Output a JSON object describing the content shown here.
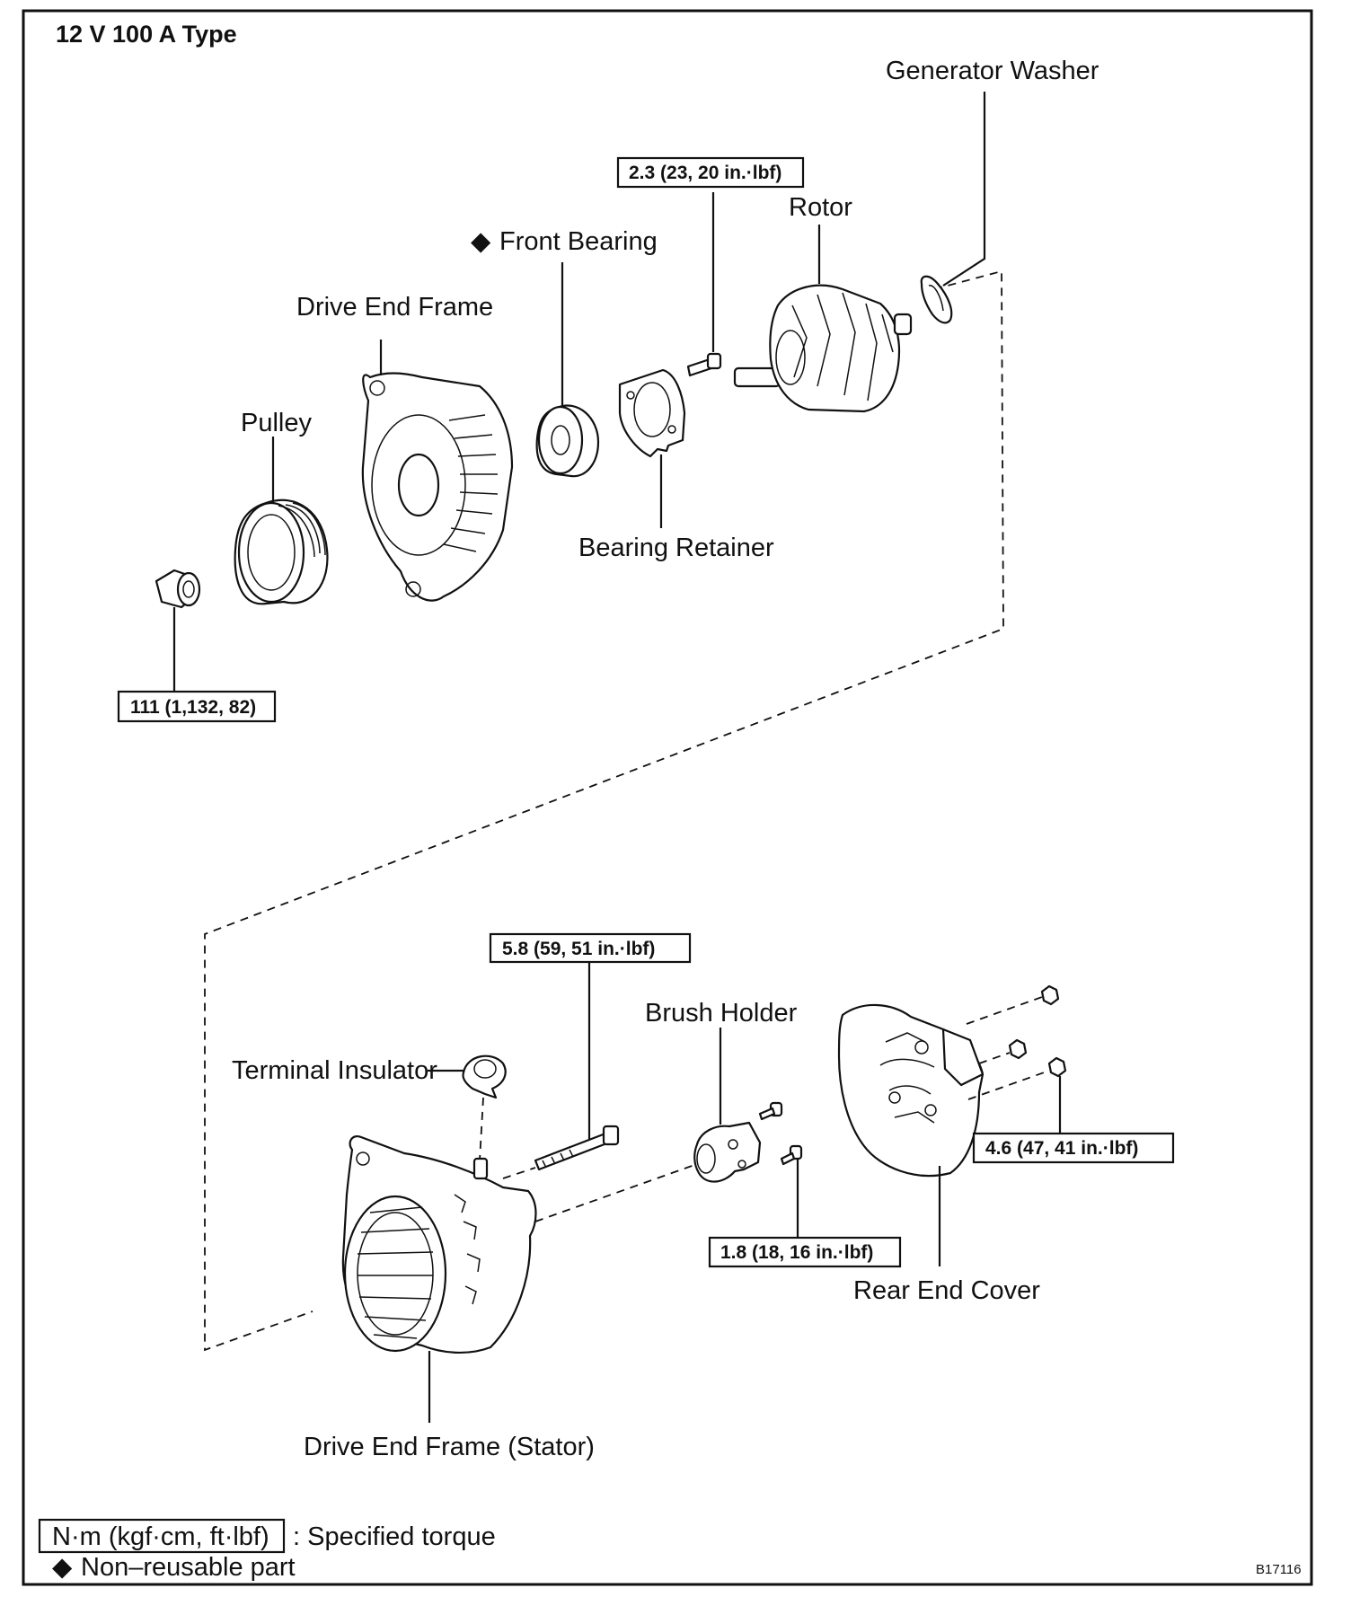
{
  "title": "12 V 100 A Type",
  "labels": {
    "generator_washer": "Generator Washer",
    "rotor": "Rotor",
    "front_bearing": "Front Bearing",
    "drive_end_frame": "Drive End Frame",
    "pulley": "Pulley",
    "bearing_retainer": "Bearing Retainer",
    "brush_holder": "Brush Holder",
    "terminal_insulator": "Terminal Insulator",
    "rear_end_cover": "Rear End Cover",
    "drive_end_frame_stator": "Drive End Frame (Stator)"
  },
  "torques": {
    "pulley_nut": "111 (1,132, 82)",
    "retainer_screw": "2.3 (23, 20 in.·lbf)",
    "through_bolt": "5.8 (59, 51 in.·lbf)",
    "brush_holder_screw": "1.8 (18, 16 in.·lbf)",
    "rear_cover_nut": "4.6 (47, 41 in.·lbf)"
  },
  "legend": {
    "unit_box": "N·m (kgf·cm, ft·lbf)",
    "unit_desc": ": Specified torque",
    "non_reusable": "Non–reusable part"
  },
  "symbols": {
    "non_reusable_marker": "◆"
  },
  "figure_code": "B17116"
}
